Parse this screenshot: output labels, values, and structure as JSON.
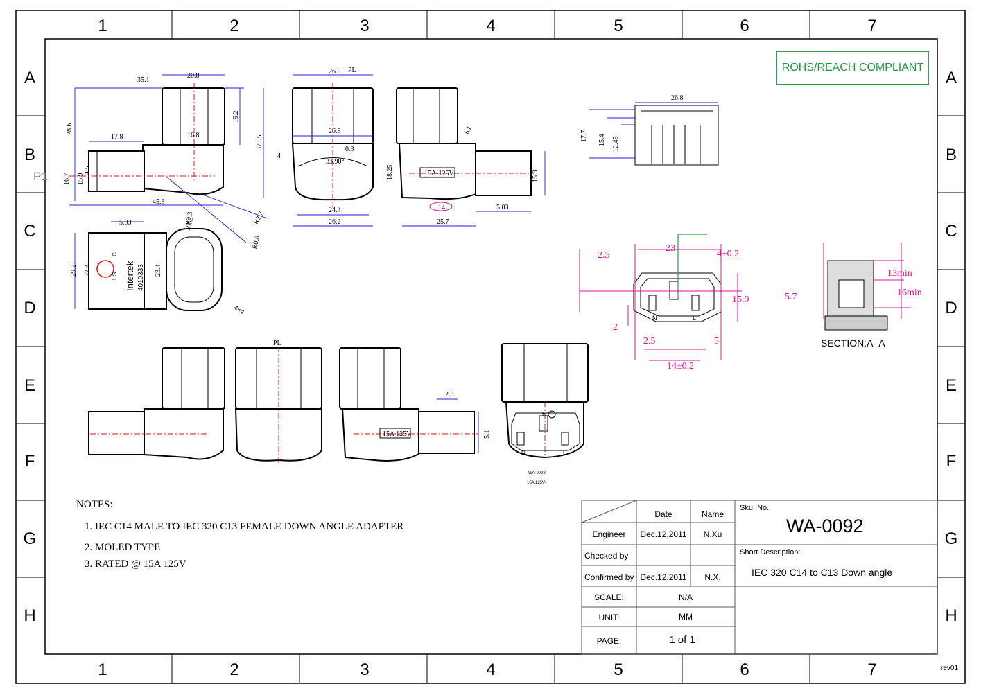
{
  "frame": {
    "columns": [
      "1",
      "2",
      "3",
      "4",
      "5",
      "6",
      "7"
    ],
    "rows": [
      "A",
      "B",
      "C",
      "D",
      "E",
      "F",
      "G",
      "H"
    ],
    "side_mark": "P1",
    "revision": "rev01"
  },
  "compliance_badge": "ROHS/REACH COMPLIANT",
  "notes": {
    "heading": "NOTES:",
    "items": [
      "1. IEC C14 MALE TO IEC 320 C13 FEMALE DOWN ANGLE ADAPTER",
      "2. MOLED TYPE",
      "3. RATED @ 15A 125V"
    ]
  },
  "title_block": {
    "header_date": "Date",
    "header_name": "Name",
    "engineer_label": "Engineer",
    "engineer_date": "Dec.12,2011",
    "engineer_name": "N.Xu",
    "checked_label": "Checked by",
    "confirmed_label": "Confirmed by",
    "confirmed_date": "Dec.12,2011",
    "confirmed_name": "N.X.",
    "scale_label": "SCALE:",
    "scale_value": "N/A",
    "unit_label": "UNIT:",
    "unit_value": "MM",
    "page_label": "PAGE:",
    "page_value": "1 of 1",
    "sku_label": "Sku. No.",
    "sku_value": "WA-0092",
    "short_desc_label": "Short Description:",
    "short_desc_value": "IEC 320 C14 to C13 Down angle"
  },
  "drawing": {
    "section_label": "SECTION:A–A",
    "rating_label": "15A-125V",
    "rating_label_2": "15A 125V",
    "part_mark": "WA-0092",
    "part_mark_2": "15A 125V-",
    "cert_brand": "Intertek",
    "cert_number": "4010333",
    "cert_c": "C",
    "cert_us": "US",
    "pl_mark": "PL",
    "pin_n": "N",
    "pin_l": "L",
    "pin_e": "E",
    "dims_view1": [
      "35.1",
      "20.8",
      "28.6",
      "19.2",
      "37.95",
      "17.8",
      "16.8",
      "16.7",
      "15.9",
      "4.5",
      "45.3",
      "R2.7",
      "R2.3",
      "R0.8"
    ],
    "dims_view2": [
      "26.8",
      "PL",
      "26.8",
      "0.3",
      "4",
      "33.90°",
      "24.4",
      "26.2"
    ],
    "dims_view3": [
      "R1",
      "18.25",
      "15.8",
      "14",
      "5.03",
      "25.7"
    ],
    "dims_view4": [
      "5.03",
      "R2.3",
      "23.4",
      "29.2",
      "22.4",
      "4×4"
    ],
    "dims_pocket": [
      "26.8",
      "17.7",
      "15.4",
      "12.45"
    ],
    "dims_face": [
      "2.5",
      "23",
      "4±0.2",
      "15.9",
      "2",
      "2.5",
      "5",
      "14±0.2"
    ],
    "dims_section": [
      "5.7",
      "13min",
      "16min"
    ],
    "dims_side": [
      "2.3",
      "5.1"
    ]
  }
}
